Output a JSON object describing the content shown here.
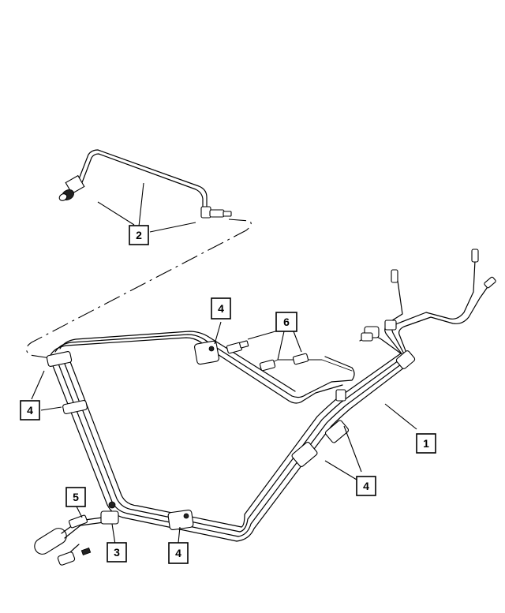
{
  "callouts": [
    {
      "id": "c1",
      "label": "1"
    },
    {
      "id": "c2",
      "label": "2"
    },
    {
      "id": "c3",
      "label": "3"
    },
    {
      "id": "c4a",
      "label": "4"
    },
    {
      "id": "c4b",
      "label": "4"
    },
    {
      "id": "c4c",
      "label": "4"
    },
    {
      "id": "c4d",
      "label": "4"
    },
    {
      "id": "c5",
      "label": "5"
    },
    {
      "id": "c6",
      "label": "6"
    }
  ],
  "colors": {
    "line": "#000000",
    "background": "#ffffff"
  }
}
